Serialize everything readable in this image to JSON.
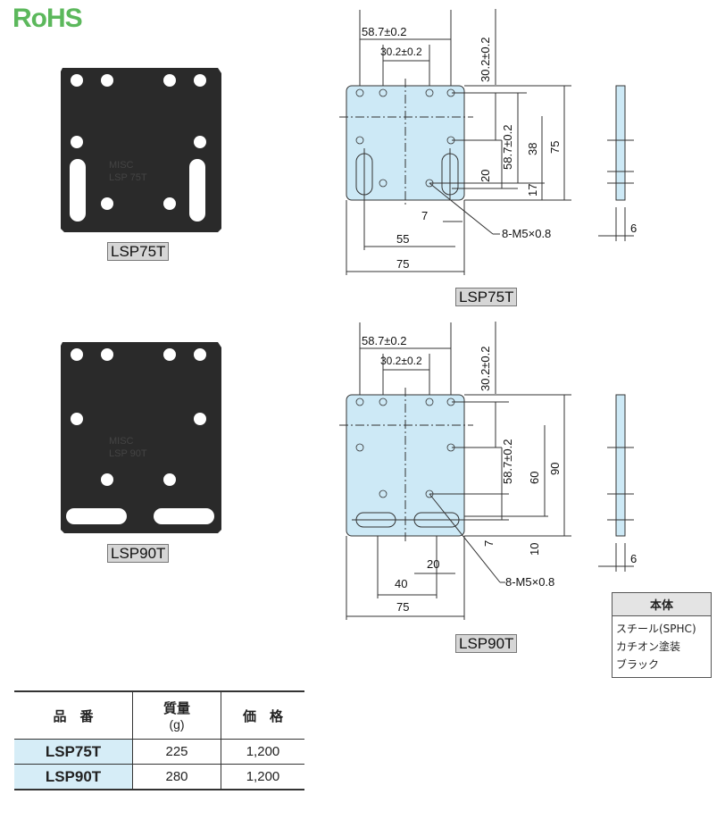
{
  "logo": {
    "text": "RoHS"
  },
  "products": [
    {
      "label": "LSP75T"
    },
    {
      "label": "LSP90T"
    }
  ],
  "drawing_75": {
    "dims": [
      "58.7±0.2",
      "30.2±0.2",
      "30.2±0.2",
      "58.7±0.2",
      "20",
      "38",
      "75",
      "17",
      "7",
      "55",
      "75",
      "6"
    ],
    "thread": "8-M5×0.8",
    "label": "LSP75T"
  },
  "drawing_90": {
    "dims": [
      "58.7±0.2",
      "30.2±0.2",
      "30.2±0.2",
      "58.7±0.2",
      "60",
      "90",
      "7",
      "10",
      "20",
      "40",
      "75",
      "6"
    ],
    "thread": "8-M5×0.8",
    "label": "LSP90T"
  },
  "spec": {
    "title": "本体",
    "lines": [
      "スチール(SPHC)",
      "カチオン塗装",
      "ブラック"
    ]
  },
  "table": {
    "headers": [
      "品　番",
      "質量",
      "(g)",
      "価　格"
    ],
    "rows": [
      {
        "part": "LSP75T",
        "mass": "225",
        "price": "1,200"
      },
      {
        "part": "LSP90T",
        "mass": "280",
        "price": "1,200"
      }
    ]
  },
  "colors": {
    "plate_fill": "#cde9f6",
    "photo_plate": "#2a2a2a",
    "logo_green": "#5cb85c",
    "table_highlight": "#d6edf7"
  }
}
